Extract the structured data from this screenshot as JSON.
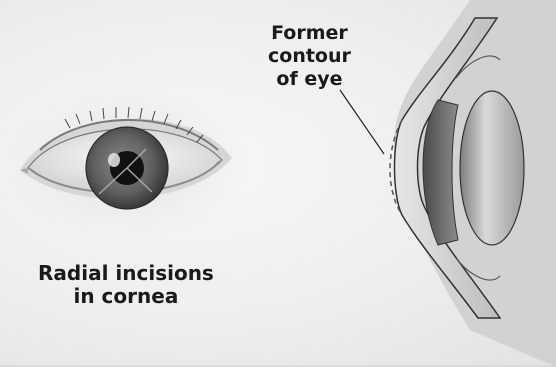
{
  "labels": {
    "radial_incisions": [
      "Radial incisions",
      "in cornea"
    ],
    "former_contour": [
      "Former",
      "contour",
      "of eye"
    ]
  },
  "colors": {
    "background": "#efefef",
    "iris": "#5f5f5f",
    "pupil": "#111111",
    "incision_line": "#aaaaaa",
    "lens": "#b5b5b5",
    "label_text": "#1a1a1a"
  }
}
